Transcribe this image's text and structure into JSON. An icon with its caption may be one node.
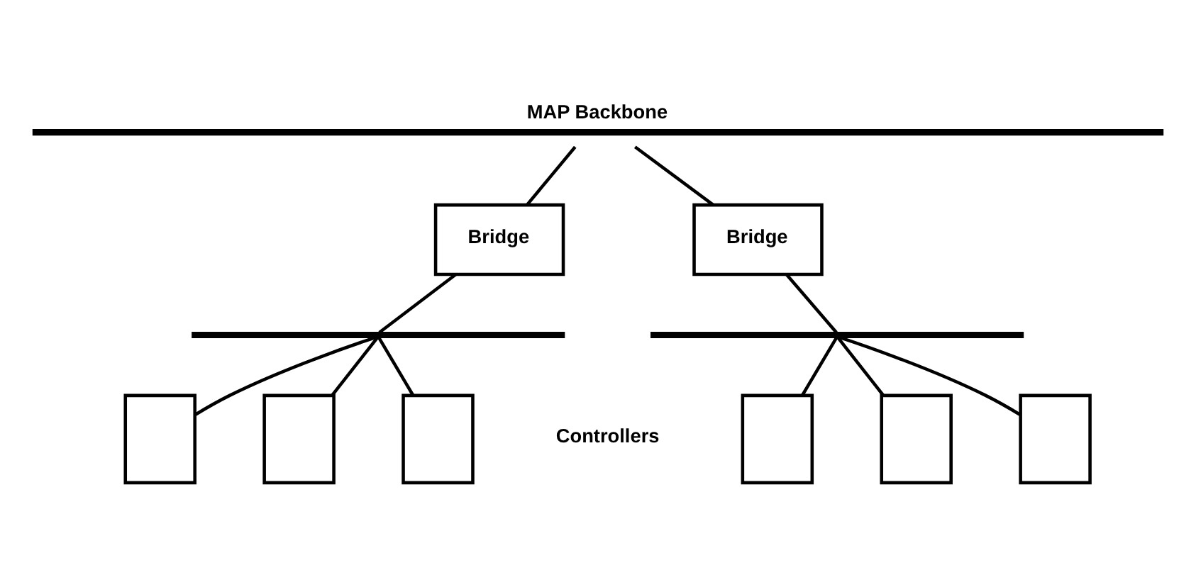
{
  "diagram": {
    "nodes": [
      {
        "text": [
          "MAP Backbone"
        ]
      },
      {
        "text": [
          "Bridge"
        ]
      },
      {
        "text": [
          "Bridge"
        ]
      },
      {
        "text": [],
        "shape": "bar"
      },
      {
        "text": [],
        "shape": "bar"
      },
      {
        "text": [],
        "shape": "box"
      },
      {
        "text": [],
        "shape": "box"
      },
      {
        "text": [],
        "shape": "box"
      },
      {
        "text": [],
        "shape": "box"
      },
      {
        "text": [],
        "shape": "box"
      },
      {
        "text": [],
        "shape": "box"
      }
    ],
    "edges": [
      {
        "from": 0,
        "to": 1,
        "arrow": "none"
      },
      {
        "from": 0,
        "to": 2,
        "arrow": "none"
      },
      {
        "from": 1,
        "to": 3,
        "arrow": "none"
      },
      {
        "from": 2,
        "to": 4,
        "arrow": "none"
      },
      {
        "from": 3,
        "to": 5,
        "arrow": "none"
      },
      {
        "from": 3,
        "to": 6,
        "arrow": "none"
      },
      {
        "from": 3,
        "to": 7,
        "arrow": "none"
      },
      {
        "from": 4,
        "to": 8,
        "arrow": "none"
      },
      {
        "from": 4,
        "to": 9,
        "arrow": "none"
      },
      {
        "from": 4,
        "to": 10,
        "arrow": "none"
      }
    ],
    "labels": [
      "Controllers"
    ]
  }
}
